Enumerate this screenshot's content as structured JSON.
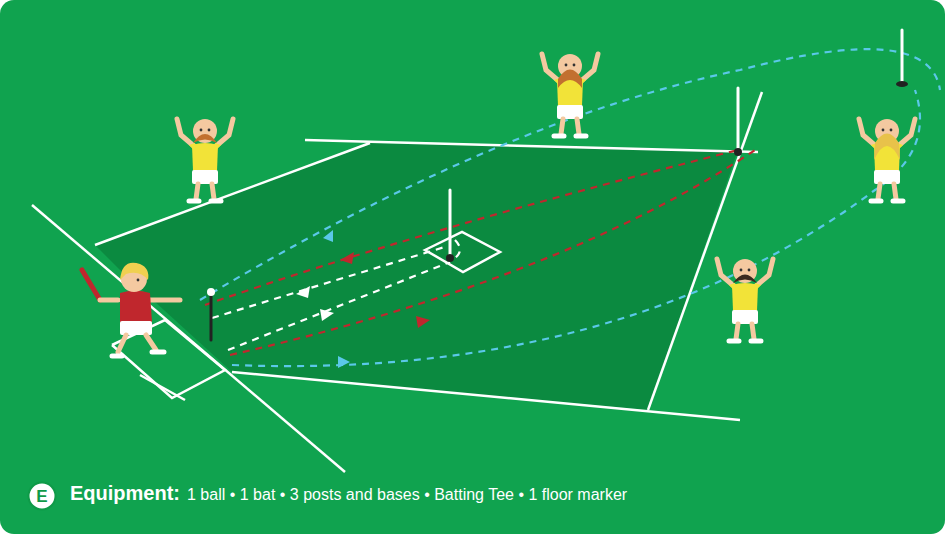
{
  "diagram": {
    "nodes": [
      {
        "text": [
          "E"
        ]
      }
    ],
    "labels": [
      "Equipment:",
      "1 ball • 1 bat • 3 posts and bases • Batting Tee • 1 floor marker"
    ]
  }
}
